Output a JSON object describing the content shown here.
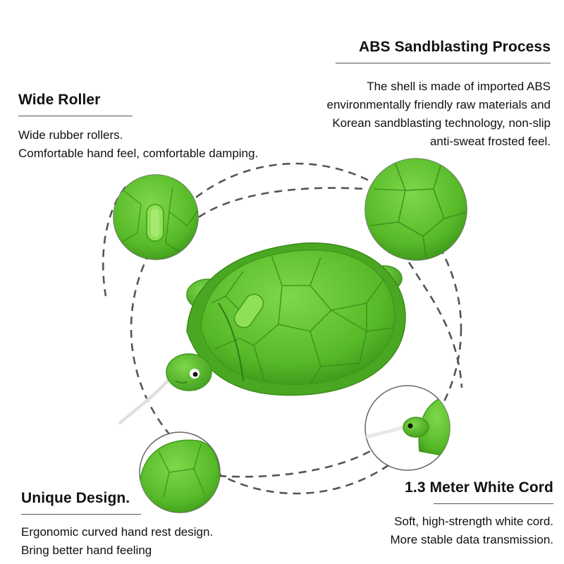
{
  "features": {
    "wide_roller": {
      "title": "Wide Roller",
      "lines": [
        "Wide rubber rollers.",
        "Comfortable hand feel, comfortable damping."
      ]
    },
    "abs": {
      "title": "ABS Sandblasting Process",
      "lines": [
        "The shell is made of imported ABS",
        "environmentally friendly raw materials and",
        "Korean sandblasting technology, non-slip",
        "anti-sweat frosted feel."
      ]
    },
    "unique_design": {
      "title": "Unique Design.",
      "lines": [
        "Ergonomic curved hand rest design.",
        "Bring better hand feeling"
      ]
    },
    "cord": {
      "title": "1.3 Meter White Cord",
      "lines": [
        "Soft, high-strength white cord.",
        "More stable data transmission."
      ]
    }
  },
  "colors": {
    "shell": "#5cc42e",
    "shell_dark": "#3f9a1c",
    "wheel": "#86d94a",
    "dash": "#555555",
    "cord": "#f2f2f2"
  }
}
